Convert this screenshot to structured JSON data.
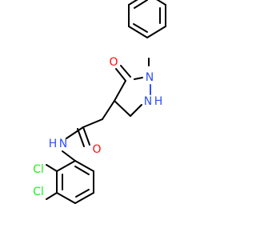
{
  "molecule": {
    "atoms": {
      "ketone_oxygen": "O",
      "ring_nitrogen_phenyl": "N",
      "ring_nitrogen_h": "N",
      "ring_nh_hydrogen": "H",
      "amide_oxygen": "O",
      "amide_nitrogen": "N",
      "amide_hydrogen": "H",
      "chloro_top": "Cl",
      "chloro_bottom": "Cl"
    },
    "colors": {
      "bond": "#000000",
      "oxygen": "#ff0d0d",
      "nitrogen": "#3050f8",
      "chlorine": "#1ff01f"
    }
  }
}
